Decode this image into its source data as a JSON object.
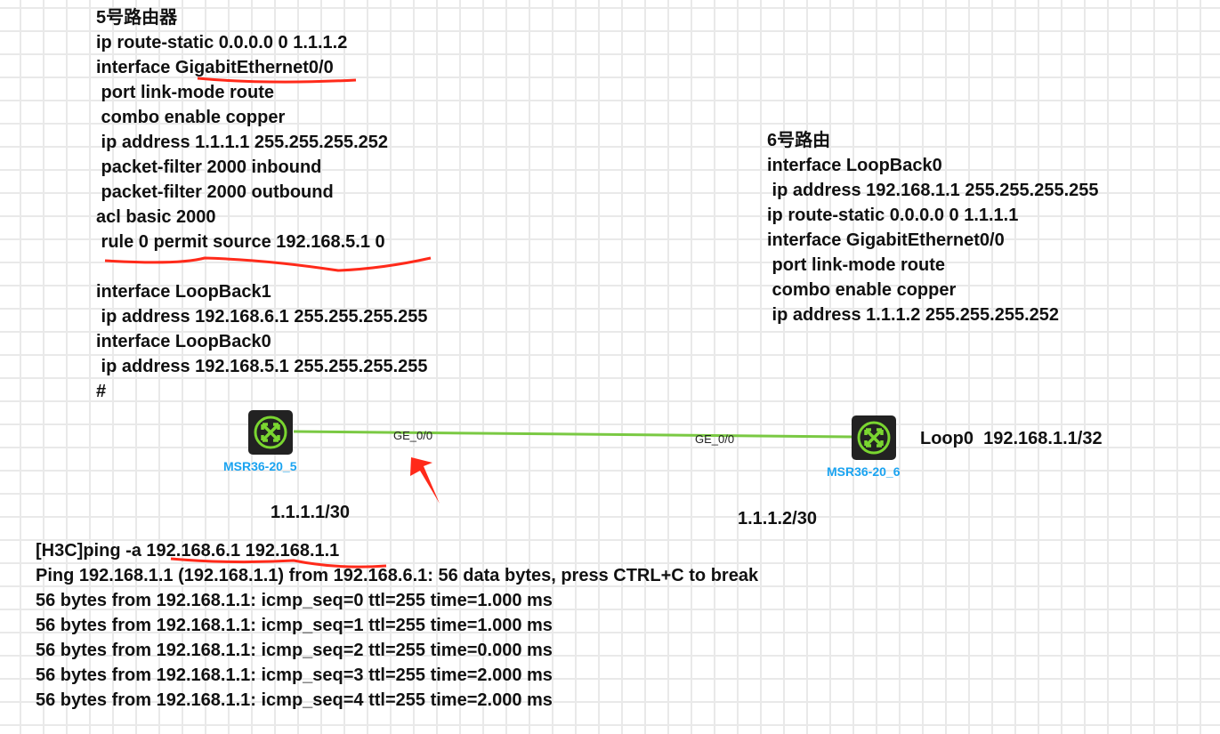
{
  "router5_config": {
    "lines_a": [
      "5号路由器",
      "ip route-static 0.0.0.0 0 1.1.1.2",
      "interface GigabitEthernet0/0",
      " port link-mode route",
      " combo enable copper",
      " ip address 1.1.1.1 255.255.255.252",
      " packet-filter 2000 inbound",
      " packet-filter 2000 outbound",
      "acl basic 2000",
      " rule 0 permit source 192.168.5.1 0"
    ],
    "lines_b": [
      "interface LoopBack1",
      " ip address 192.168.6.1 255.255.255.255",
      "interface LoopBack0",
      " ip address 192.168.5.1 255.255.255.255",
      "#"
    ]
  },
  "router6_config": {
    "lines": [
      "6号路由",
      "interface LoopBack0",
      " ip address 192.168.1.1 255.255.255.255",
      "ip route-static 0.0.0.0 0 1.1.1.1",
      "interface GigabitEthernet0/0",
      " port link-mode route",
      " combo enable copper",
      " ip address 1.1.1.2 255.255.255.252"
    ]
  },
  "topology": {
    "router5": {
      "name": "MSR36-20_5",
      "port": "GE_0/0",
      "ip": "1.1.1.1/30"
    },
    "router6": {
      "name": "MSR36-20_6",
      "port": "GE_0/0",
      "ip": "1.1.1.2/30",
      "loopback": "Loop0  192.168.1.1/32"
    },
    "link_color": "#7ac943",
    "annotation_color": "#ff2a1a"
  },
  "ping_output": {
    "lines": [
      "[H3C]ping -a 192.168.6.1 192.168.1.1",
      "Ping 192.168.1.1 (192.168.1.1) from 192.168.6.1: 56 data bytes, press CTRL+C to break",
      "56 bytes from 192.168.1.1: icmp_seq=0 ttl=255 time=1.000 ms",
      "56 bytes from 192.168.1.1: icmp_seq=1 ttl=255 time=1.000 ms",
      "56 bytes from 192.168.1.1: icmp_seq=2 ttl=255 time=0.000 ms",
      "56 bytes from 192.168.1.1: icmp_seq=3 ttl=255 time=2.000 ms",
      "56 bytes from 192.168.1.1: icmp_seq=4 ttl=255 time=2.000 ms"
    ]
  }
}
